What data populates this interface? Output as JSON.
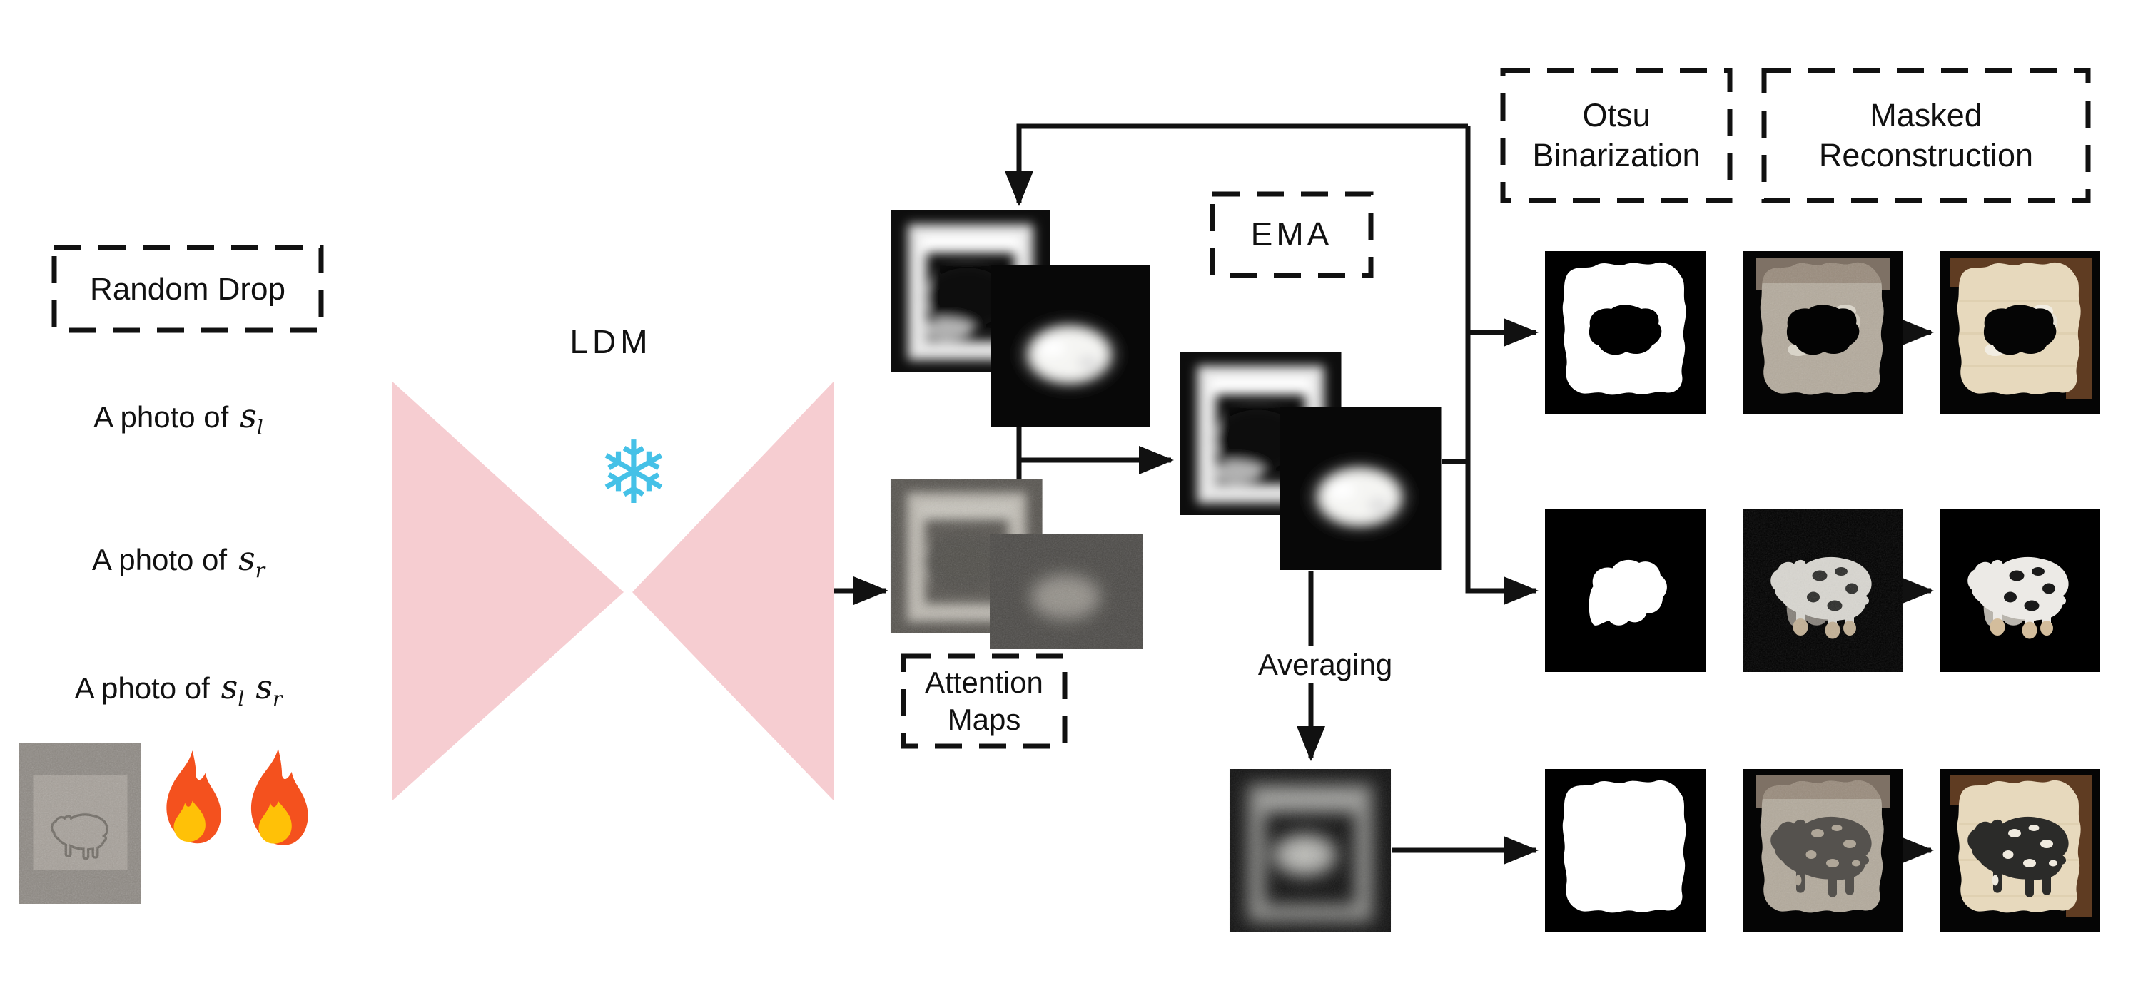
{
  "boxes": {
    "random_drop": {
      "label": "Random Drop"
    },
    "ema": {
      "label": "EMA"
    },
    "attention_maps": {
      "line1": "Attention",
      "line2": "Maps"
    },
    "otsu": {
      "line1": "Otsu",
      "line2": "Binarization"
    },
    "masked_reconstruction": {
      "line1": "Masked",
      "line2": "Reconstruction"
    }
  },
  "labels": {
    "ldm": "LDM",
    "averaging": "Averaging"
  },
  "prompts": [
    {
      "prefix": "A photo of",
      "vars": [
        {
          "base": "s",
          "sub": "l"
        }
      ]
    },
    {
      "prefix": "A photo of",
      "vars": [
        {
          "base": "s",
          "sub": "r"
        }
      ]
    },
    {
      "prefix": "A photo of",
      "vars": [
        {
          "base": "s",
          "sub": "l"
        },
        {
          "base": "s",
          "sub": "r"
        }
      ]
    }
  ],
  "icons": {
    "snowflake": {
      "glyph": "❄",
      "color": "#45C1E7"
    },
    "fire": {
      "outer_color": "#F4511E",
      "inner_color": "#FFC107"
    }
  },
  "colors": {
    "bowtie_pink": "#F6CDD1",
    "line_black": "#111111",
    "wood_tan": "#B4AB9D",
    "wood_cream": "#E7D9BD",
    "wood_brown": "#5F3C22",
    "mask_white": "#FFFFFF",
    "map_black": "#0B0B0B"
  }
}
